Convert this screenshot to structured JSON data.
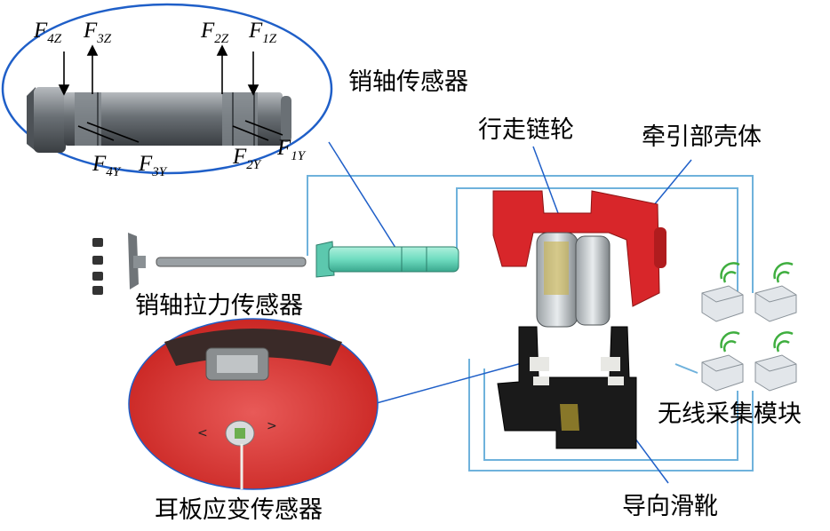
{
  "labels": {
    "pin_sensor": "销轴传感器",
    "sprocket": "行走链轮",
    "housing": "牵引部壳体",
    "pin_tension_sensor": "销轴拉力传感器",
    "wireless_module": "无线采集模块",
    "ear_strain_sensor": "耳板应变传感器",
    "guide_shoe": "导向滑靴"
  },
  "forces": {
    "f4z": {
      "base": "F",
      "sub": "4Z"
    },
    "f3z": {
      "base": "F",
      "sub": "3Z"
    },
    "f2z": {
      "base": "F",
      "sub": "2Z"
    },
    "f1z": {
      "base": "F",
      "sub": "1Z"
    },
    "f4y": {
      "base": "F",
      "sub": "4Y"
    },
    "f3y": {
      "base": "F",
      "sub": "3Y"
    },
    "f2y": {
      "base": "F",
      "sub": "2Y"
    },
    "f1y": {
      "base": "F",
      "sub": "1Y"
    }
  },
  "colors": {
    "ellipse_border": "#1f5fc8",
    "wire": "#6fb2dc",
    "housing_red": "#d8262a",
    "shoe_black": "#1a1a1a",
    "pin_green": "#6fdcc0",
    "wifi_green": "#3fae3f"
  }
}
